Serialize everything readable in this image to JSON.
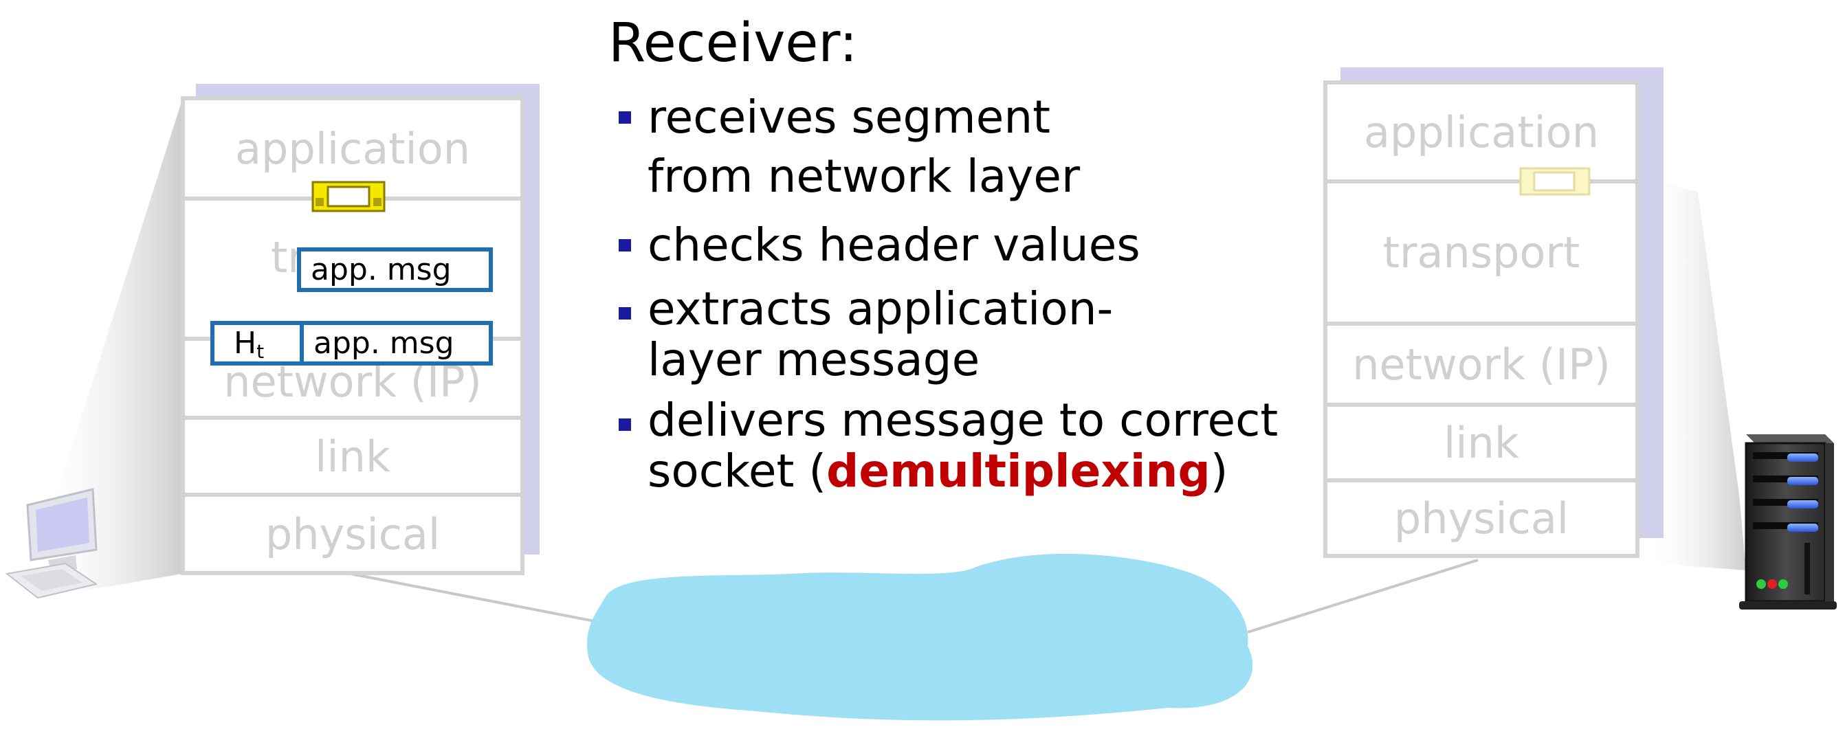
{
  "title": "Receiver:",
  "bullets": [
    {
      "text": "receives segment from network layer"
    },
    {
      "text": "checks header values"
    },
    {
      "text": "extracts application-layer message"
    },
    {
      "text_before": "delivers message to correct socket (",
      "keyword": "demultiplexing",
      "text_after": ")"
    }
  ],
  "left_stack": {
    "layers": [
      "application",
      "tr",
      "network (IP)",
      "link",
      "physical"
    ]
  },
  "right_stack": {
    "layers": [
      "application",
      "transport",
      "network (IP)",
      "link",
      "physical"
    ]
  },
  "messages": {
    "app_msg_upper": "app.  msg",
    "header_main": "H",
    "header_sub": "t",
    "app_msg_lower": "app. msg"
  },
  "colors": {
    "stack_border": "#d4d4d4",
    "stack_shadow": "#d0d0ec",
    "layer_text": "#d0d0d0",
    "msg_border": "#1f6fb2",
    "bullet_mark": "#1a1a9c",
    "keyword": "#c00000",
    "cloud": "#9ddff5",
    "packet_yellow": "#f5e800"
  },
  "icons": [
    "desktop-computer-icon",
    "server-icon",
    "network-cloud-icon",
    "packet-icon"
  ]
}
